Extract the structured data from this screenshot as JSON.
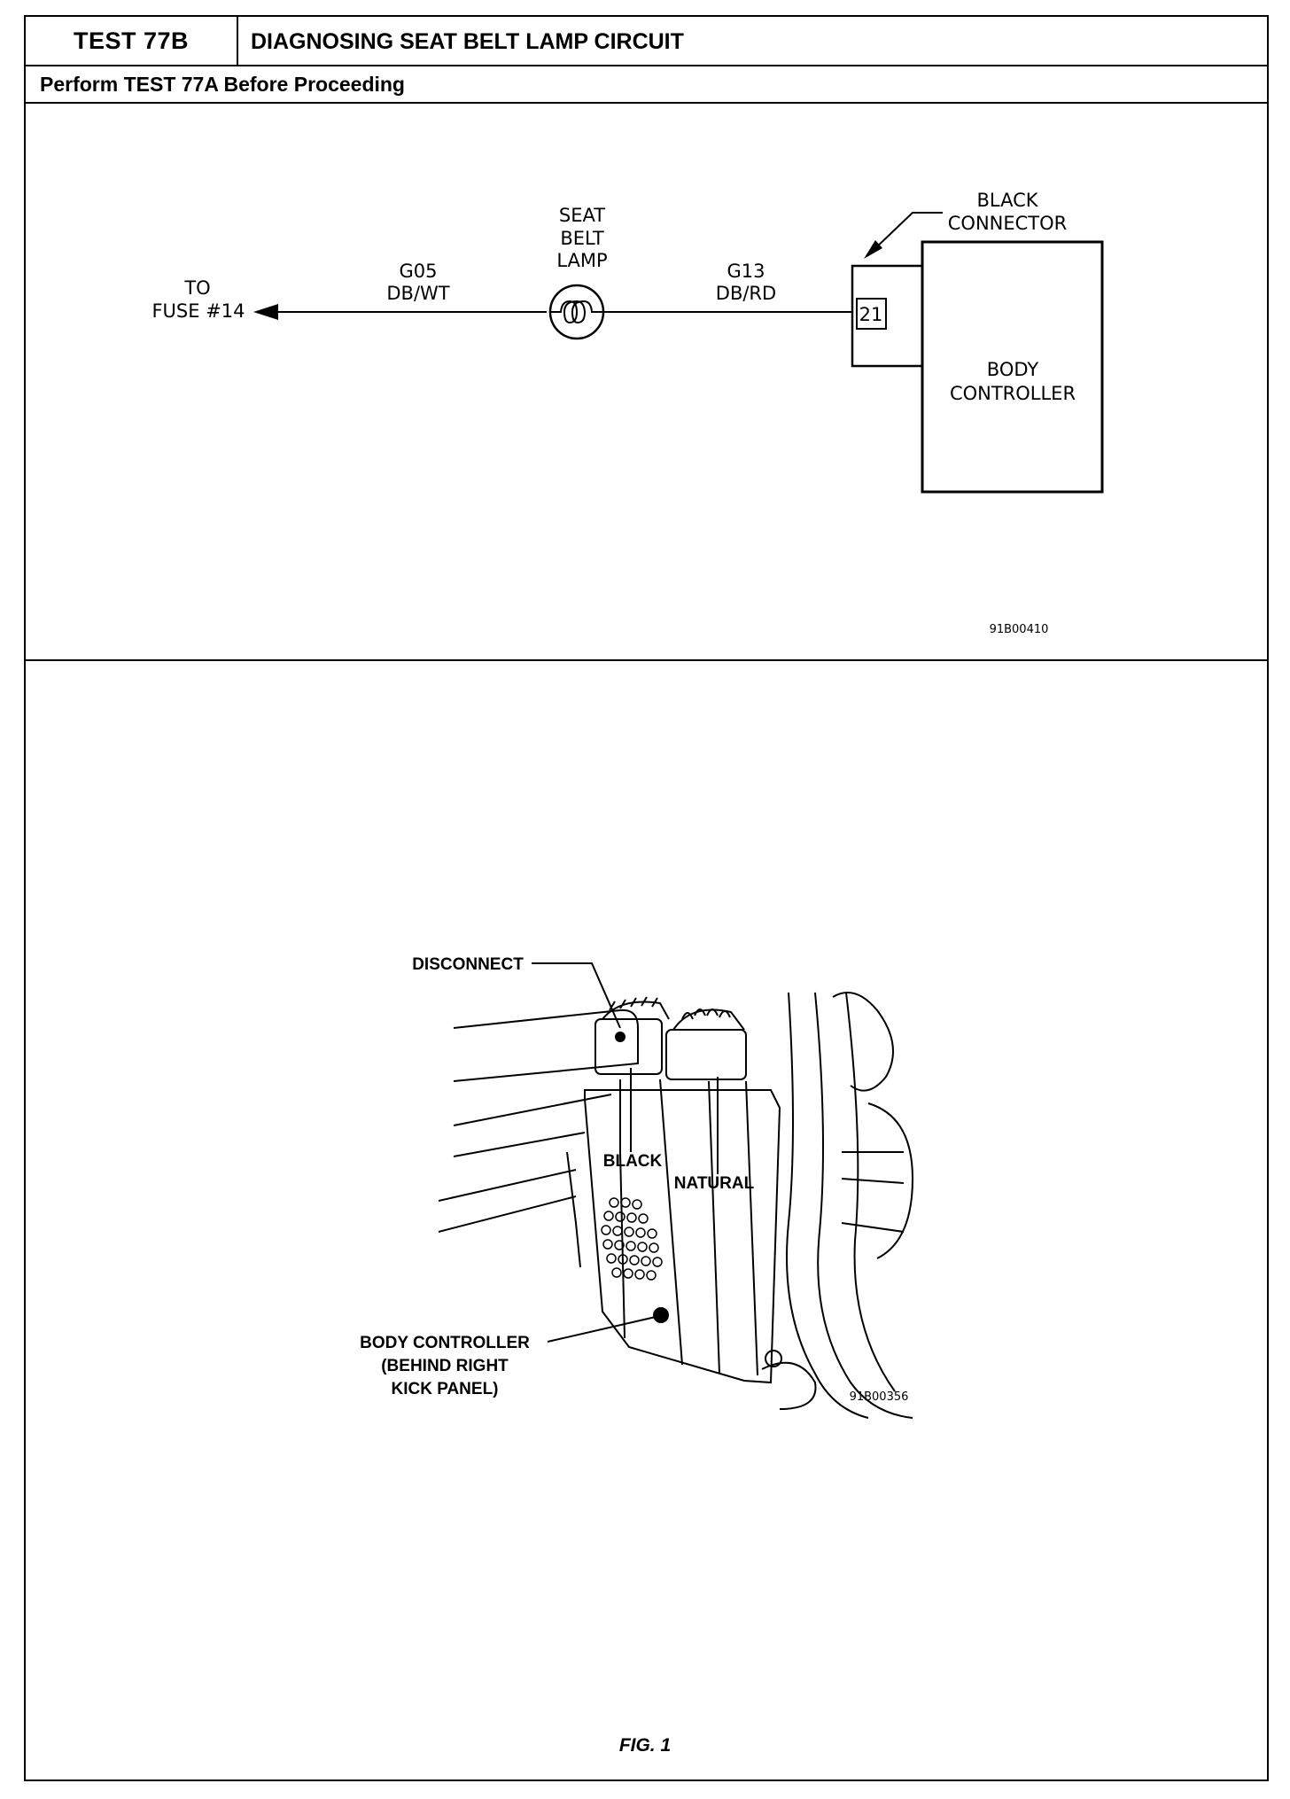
{
  "header": {
    "test_id": "TEST 77B",
    "title": "DIAGNOSING SEAT BELT LAMP CIRCUIT",
    "prerequisite": "Perform TEST 77A Before Proceeding"
  },
  "schematic": {
    "to_label": "TO",
    "fuse_label": "FUSE #14",
    "wire1_code": "G05",
    "wire1_color": "DB/WT",
    "lamp_line1": "SEAT",
    "lamp_line2": "BELT",
    "lamp_line3": "LAMP",
    "wire2_code": "G13",
    "wire2_color": "DB/RD",
    "connector_line1": "BLACK",
    "connector_line2": "CONNECTOR",
    "pin": "21",
    "controller_line1": "BODY",
    "controller_line2": "CONTROLLER",
    "figure_id": "91B00410"
  },
  "illustration": {
    "disconnect": "DISCONNECT",
    "black": "BLACK",
    "natural": "NATURAL",
    "callout_line1": "BODY CONTROLLER",
    "callout_line2": "(BEHIND RIGHT",
    "callout_line3": "KICK PANEL)",
    "figure_id": "91B00356"
  },
  "caption": "FIG. 1"
}
